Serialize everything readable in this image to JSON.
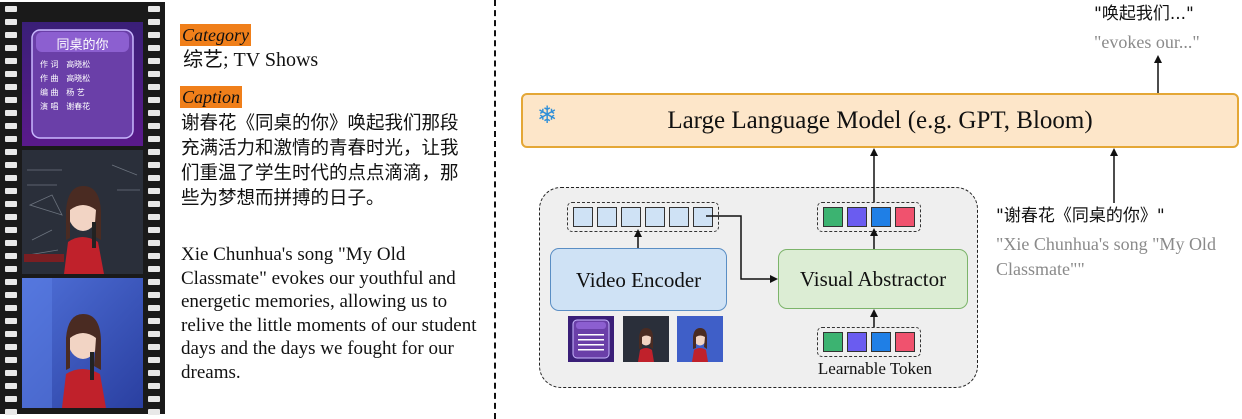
{
  "left": {
    "category_tag": "Category",
    "category_value": "综艺; TV Shows",
    "caption_tag": "Caption",
    "caption_zh": "谢春花《同桌的你》唤起我们那段充满活力和激情的青春时光，让我们重温了学生时代的点点滴滴，那些为梦想而拼搏的日子。",
    "caption_en": "Xie Chunhua's song \"My Old Classmate\" evokes our youthful and energetic memories, allowing us to relive the little moments of our student days and the days we fought for our dreams."
  },
  "frames": {
    "title_card": {
      "title": "同桌的你",
      "credits": [
        {
          "role": "作 词",
          "name": "高晓松"
        },
        {
          "role": "作 曲",
          "name": "高晓松"
        },
        {
          "role": "编 曲",
          "name": "杨 艺"
        },
        {
          "role": "演 唱",
          "name": "谢春花"
        }
      ]
    }
  },
  "diagram": {
    "llm_label": "Large Language Model (e.g. GPT, Bloom)",
    "llm_icon": "snowflake-icon",
    "video_encoder_label": "Video Encoder",
    "visual_abstractor_label": "Visual Abstractor",
    "learnable_token_label": "Learnable Token",
    "output_zh": "\"唤起我们...\"",
    "output_en": "\"evokes our...\"",
    "input_zh": "\"谢春花《同桌的你》\"",
    "input_en": "\"Xie Chunhua's song \"My Old Classmate\"\"",
    "token_colors": [
      "#3cb371",
      "#6a5cf0",
      "#1f7fe6",
      "#f0526e"
    ],
    "video_token_color": "#cfe2f5",
    "video_token_count": 6
  }
}
